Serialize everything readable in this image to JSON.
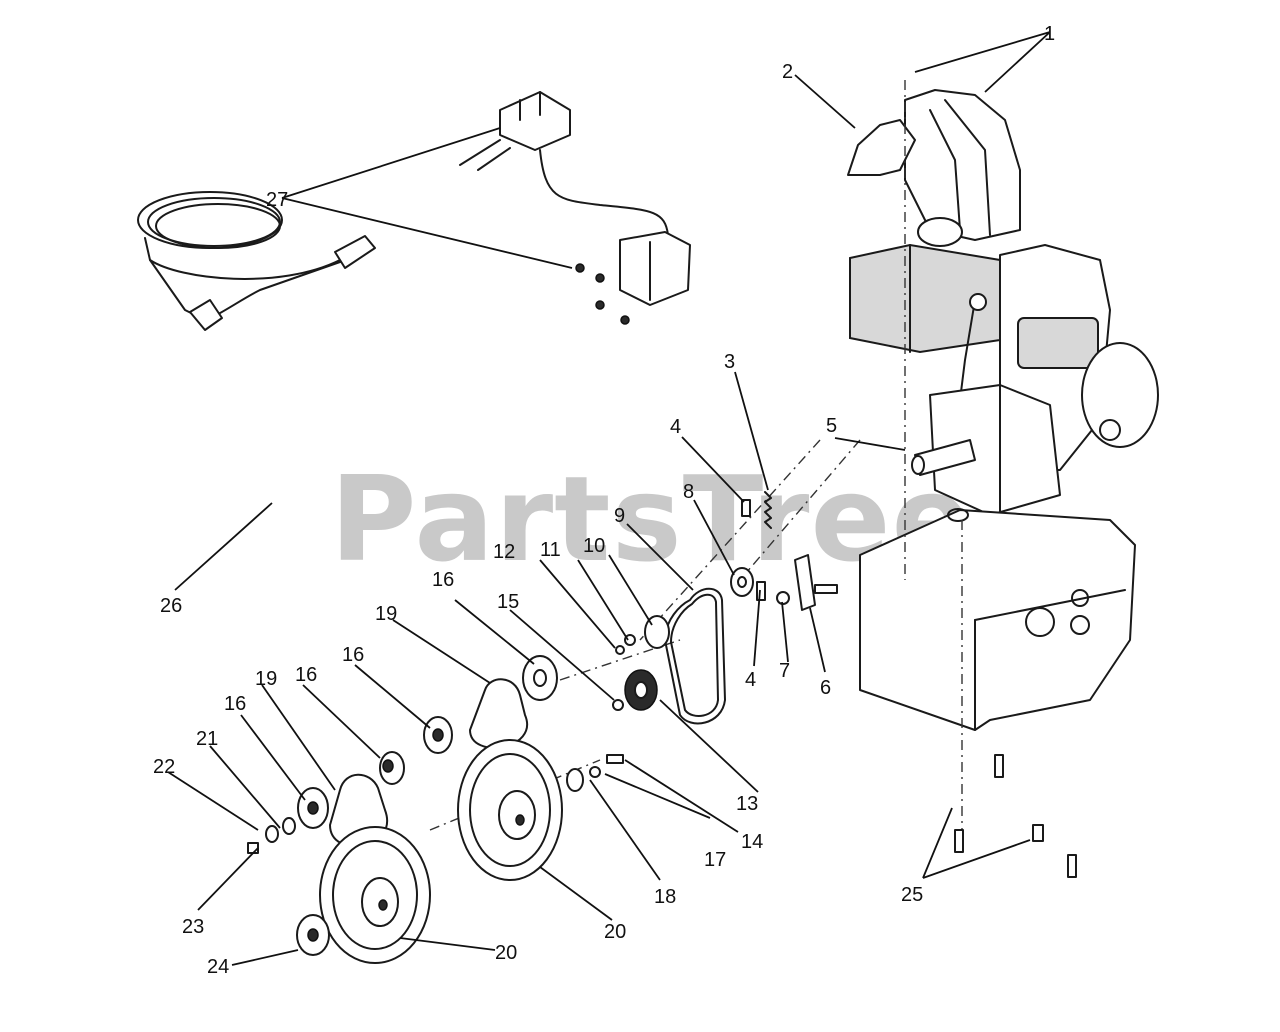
{
  "watermark": "PartsTree",
  "callouts": {
    "c1": "1",
    "c2": "2",
    "c3": "3",
    "c4a": "4",
    "c4b": "4",
    "c5": "5",
    "c6": "6",
    "c7": "7",
    "c8": "8",
    "c9": "9",
    "c10": "10",
    "c11": "11",
    "c12": "12",
    "c13": "13",
    "c14": "14",
    "c15": "15",
    "c16a": "16",
    "c16b": "16",
    "c16c": "16",
    "c16d": "16",
    "c17": "17",
    "c18": "18",
    "c19a": "19",
    "c19b": "19",
    "c20a": "20",
    "c20b": "20",
    "c21": "21",
    "c22": "22",
    "c23": "23",
    "c24": "24",
    "c25": "25",
    "c26": "26",
    "c27": "27"
  },
  "colors": {
    "ink": "#1a1a1a",
    "watermark": "#c9c9c9",
    "background": "#ffffff"
  }
}
